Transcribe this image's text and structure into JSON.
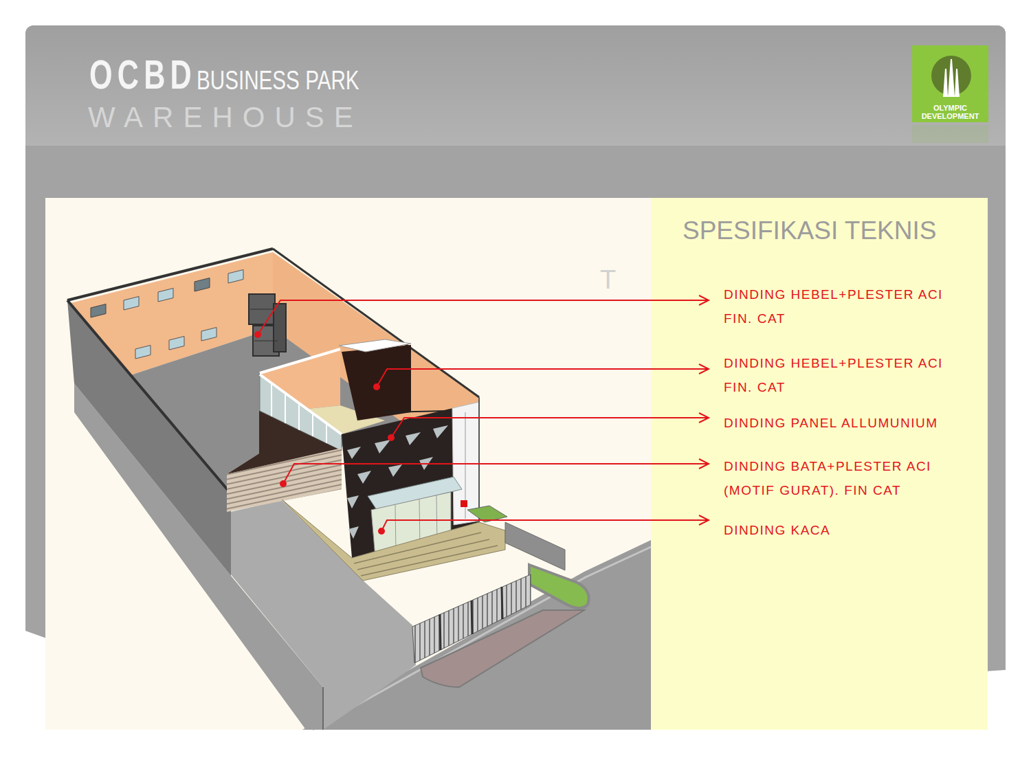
{
  "diagram": {
    "nodes": [
      {
        "text": [
          "OLYMPIC DEVELOPMENT"
        ]
      },
      {
        "text": [
          "SPESIFIKASI TEKNIS",
          "DINDING HEBEL+PLESTER ACI FIN. CAT",
          "DINDING HEBEL+PLESTER ACI FIN. CAT",
          "DINDING PANEL ALLUMUNIUM",
          "DINDING BATA+PLESTER ACI (MOTIF GURAT). FIN CAT",
          "DINDING KACA"
        ]
      }
    ],
    "labels": [
      "OCBD",
      "BUSINESS PARK",
      "WAREHOUSE",
      "T"
    ]
  }
}
